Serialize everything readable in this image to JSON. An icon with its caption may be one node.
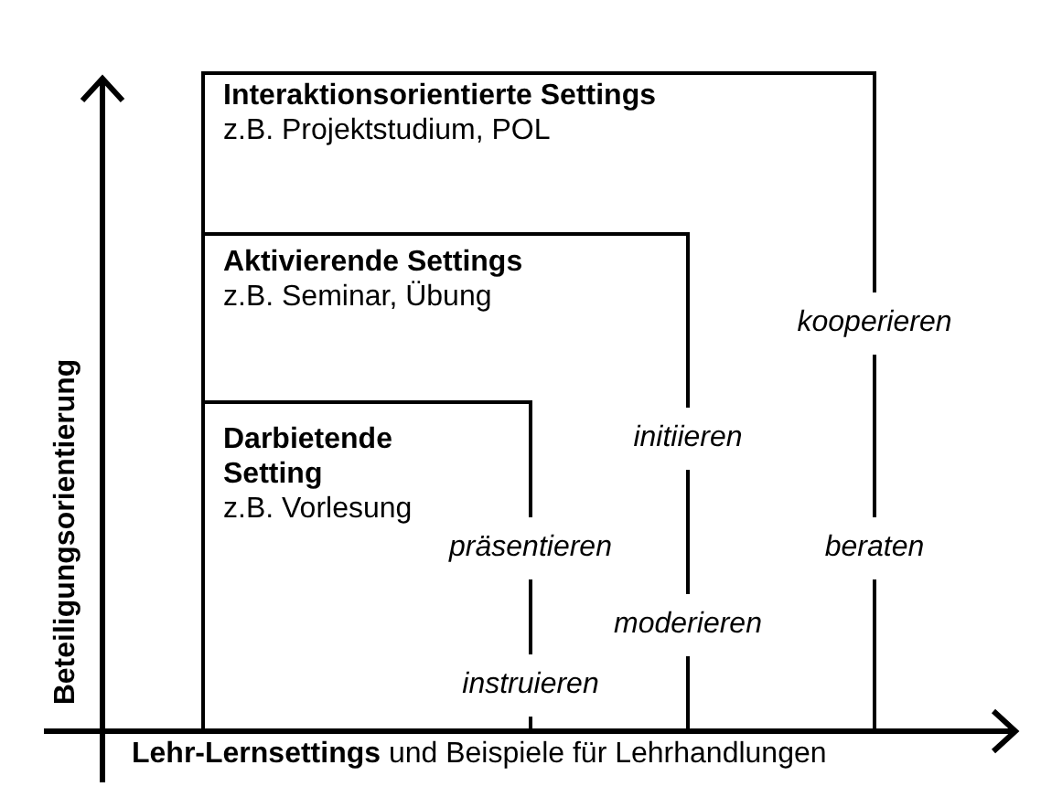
{
  "diagram": {
    "nodes": [
      {
        "text": [
          "Interaktionsorientierte Settings",
          "z.B. Projektstudium, POL"
        ]
      },
      {
        "text": [
          "Aktivierende Settings",
          "z.B. Seminar, Übung"
        ],
        "in": 0
      },
      {
        "text": [
          "Darbietende Setting",
          "z.B. Vorlesung"
        ],
        "in": 1
      }
    ],
    "labels": [
      "Beteiligungsorientierung",
      "kooperieren",
      "initiieren",
      "präsentieren",
      "beraten",
      "moderieren",
      "instruieren",
      "**Lehr-Lernsettings** und Beispiele für Lehrhandlungen"
    ]
  }
}
